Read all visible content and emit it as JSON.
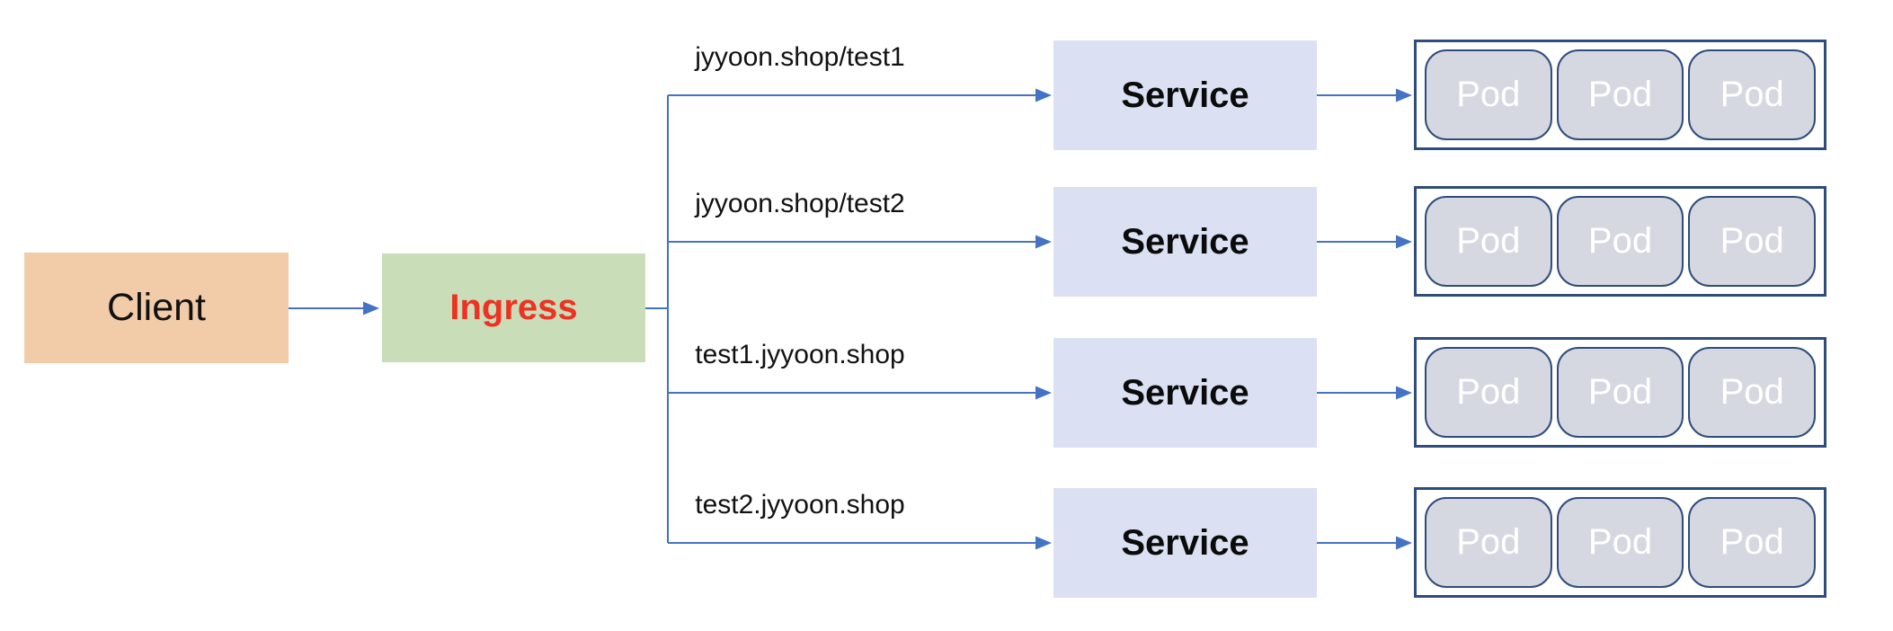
{
  "diagram": {
    "client": {
      "label": "Client"
    },
    "ingress": {
      "label": "Ingress"
    },
    "service_label": "Service",
    "pod_label": "Pod",
    "pods_per_service": 3,
    "routes": [
      {
        "label": "jyyoon.shop/test1"
      },
      {
        "label": "jyyoon.shop/test2"
      },
      {
        "label": "test1.jyyoon.shop"
      },
      {
        "label": "test2.jyyoon.shop"
      }
    ],
    "colors": {
      "client_fill": "#F2CBA8",
      "ingress_fill": "#C8DDB8",
      "ingress_text": "#EE3123",
      "service_fill": "#DBE1F2",
      "pod_fill": "#D5D8E1",
      "pod_border": "#2F4C7C",
      "arrow": "#4472C4"
    }
  }
}
